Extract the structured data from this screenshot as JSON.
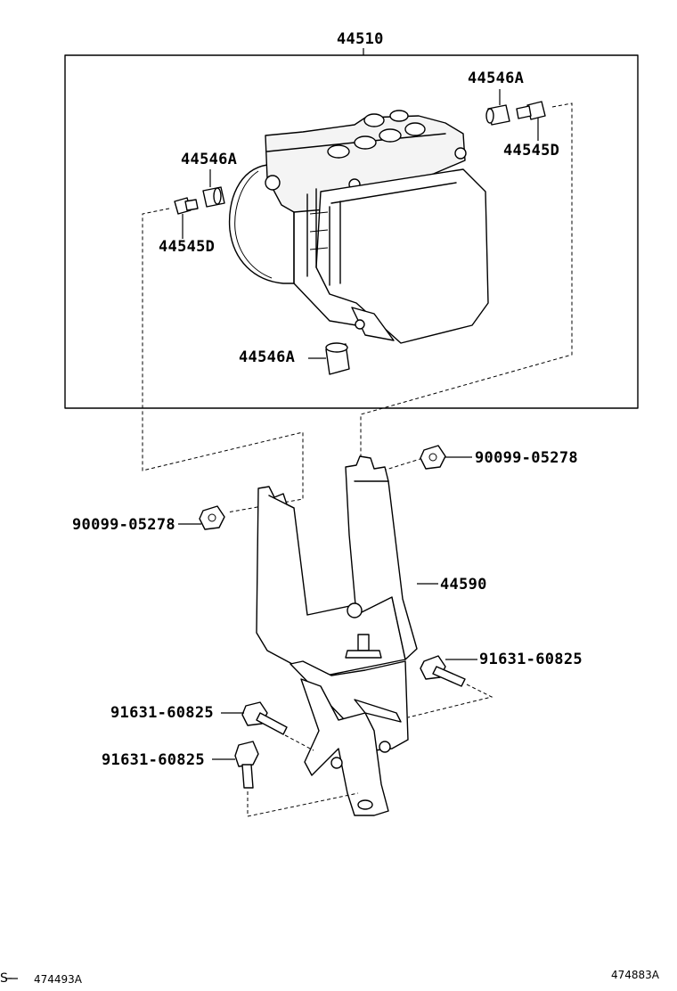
{
  "parts": {
    "assembly_box": "44510",
    "retainer_top_right": "44546A",
    "bolt_top_right": "44545D",
    "retainer_left": "44546A",
    "bolt_left": "44545D",
    "retainer_bottom": "44546A",
    "nut_right": "90099-05278",
    "nut_left": "90099-05278",
    "bracket": "44590",
    "bolt_right": "91631-60825",
    "bolt_mid": "91631-60825",
    "bolt_lower": "91631-60825"
  },
  "footer": {
    "left_prefix": "S-",
    "left_code": "474493A",
    "right_code": "474883A"
  }
}
